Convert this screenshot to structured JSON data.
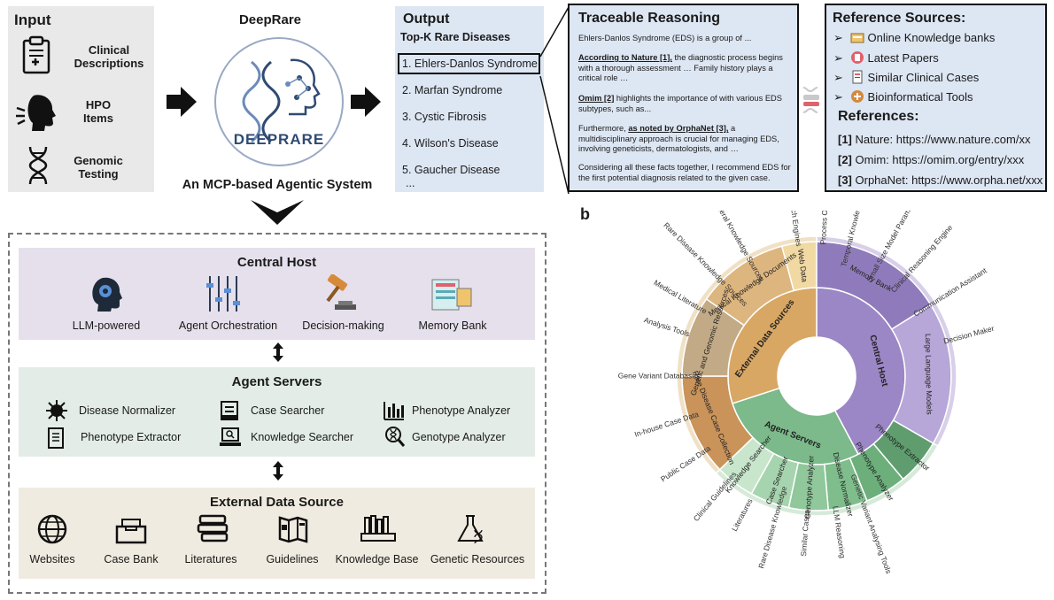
{
  "input": {
    "title": "Input",
    "items": [
      {
        "label_line1": "Clinical",
        "label_line2": "Descriptions",
        "icon": "clipboard-icon"
      },
      {
        "label_line1": "HPO",
        "label_line2": "Items",
        "icon": "head-speaking-icon"
      },
      {
        "label_line1": "Genomic",
        "label_line2": "Testing",
        "icon": "dna-icon"
      }
    ]
  },
  "deeprare": {
    "title": "DeepRare",
    "logo_text": "DEEPRARE",
    "subtitle": "An MCP-based Agentic System"
  },
  "output": {
    "title": "Output",
    "subtitle": "Top-K Rare Diseases",
    "diseases": [
      "1. Ehlers-Danlos Syndrome",
      "2. Marfan Syndrome",
      "3. Cystic Fibrosis",
      "4. Wilson's Disease",
      "5. Gaucher Disease"
    ],
    "ellipsis": "..."
  },
  "reasoning": {
    "title": "Traceable Reasoning",
    "p1": "Ehlers-Danlos Syndrome (EDS) is a group of ...",
    "p2_cite": "According to Nature [1],",
    "p2_rest": " the diagnostic process begins with a thorough assessment … Family history plays a critical role …",
    "p3_cite": "Omim [2]",
    "p3_rest": " highlights the importance of with various EDS subtypes, such as...",
    "p4_pre": "Furthermore, ",
    "p4_cite": "as noted by OrphaNet [3],",
    "p4_rest": " a multidisciplinary approach is crucial for managing EDS, involving geneticists, dermatologists, and …",
    "p5": "Considering all these facts together, I recommend EDS for the first potential diagnosis related to the given case."
  },
  "sources": {
    "title": "Reference Sources:",
    "items": [
      "Online Knowledge banks",
      "Latest Papers",
      "Similar Clinical Cases",
      "Bioinformatical Tools"
    ],
    "refs_title": "References:",
    "refs": [
      {
        "num": "[1]",
        "text": " Nature: https://www.nature.com/xx"
      },
      {
        "num": "[2]",
        "text": " Omim: https://omim.org/entry/xxx"
      },
      {
        "num": "[3]",
        "text": " OrphaNet:  https://www.orpha.net/xxx"
      }
    ]
  },
  "central_host": {
    "title": "Central Host",
    "items": [
      "LLM-powered",
      "Agent Orchestration",
      "Decision-making",
      "Memory Bank"
    ]
  },
  "agent_servers": {
    "title": "Agent Servers",
    "items": [
      "Disease Normalizer",
      "Case Searcher",
      "Phenotype Analyzer",
      "Phenotype Extractor",
      "Knowledge Searcher",
      "Genotype Analyzer"
    ]
  },
  "external": {
    "title": "External Data Source",
    "items": [
      "Websites",
      "Case Bank",
      "Literatures",
      "Guidelines",
      "Knowledge Base",
      "Genetic Resources"
    ]
  },
  "panel_b": {
    "label": "b",
    "inner": [
      "External Data Sources",
      "Central Host",
      "Agent Servers"
    ],
    "middle": [
      "Web Data",
      "Memory Bank",
      "Large Language Models",
      "Phenotype Extractor",
      "Phenotype Analyzer",
      "Disease Normalizer",
      "Genotype Analyzer",
      "Case Searcher",
      "Knowledge Searcher",
      "Rare Disease Case Collection",
      "Genetic and Genomic Resources",
      "Medical Knowledge Documents"
    ],
    "outer": [
      "Process Output",
      "Temporal Knowledge Base",
      "Small Size Model Parameters",
      "Clinical Reasoning Engine",
      "Communication Assistant",
      "Decision Maker",
      "Genetic Variant Analysing Tools",
      "LLM Reasoning",
      "Similar Cases",
      "Rare Disease Knowledge",
      "Literatures",
      "Clinical Guidelines",
      "Public Case Data",
      "In-house Case Data",
      "Gene Variant Databases",
      "Analysis Tools",
      "Medical Literature",
      "Rare Disease Knowledge Sources",
      "General Knowledge Sources",
      "Search Engines"
    ],
    "colors": {
      "external": "#d9a764",
      "central": "#9b86c6",
      "agent": "#7cb98b"
    }
  }
}
